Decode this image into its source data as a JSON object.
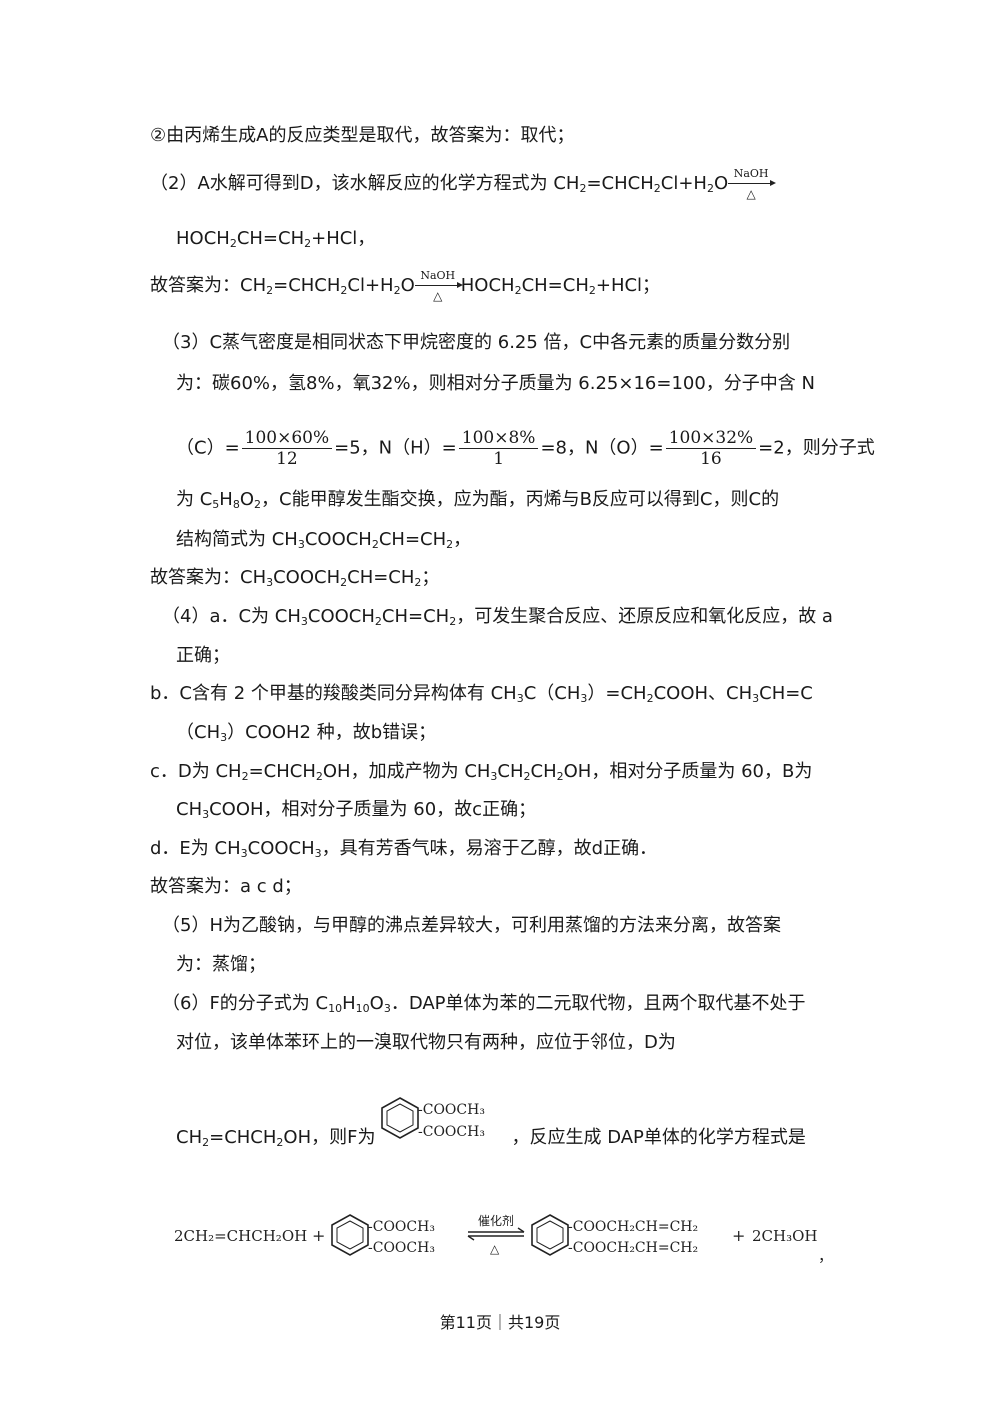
{
  "lines": {
    "l1": "②由丙烯生成A的反应类型是取代，故答案为：取代；",
    "l2a": "（2）A水解可得到D，该水解反应的化学方程式为 CH",
    "l2b": "=CHCH",
    "l2c": "Cl+H",
    "l2d": "O",
    "l3a": "HOCH",
    "l3b": "CH=CH",
    "l3c": "+HCl，",
    "l4a": "故答案为：CH",
    "l4b": "=CHCH",
    "l4c": "Cl+H",
    "l4d": "O",
    "l4e": "HOCH",
    "l4f": "CH=CH",
    "l4g": "+HCl；",
    "l5": "（3）C蒸气密度是相同状态下甲烷密度的 6.25 倍，C中各元素的质量分数分别",
    "l6": "为：碳60%，氢8%，氧32%，则相对分子质量为 6.25×16=100，分子中含 N",
    "l7a": "（C）=",
    "l7b": "=5，N（H）=",
    "l7c": "=8，N（O）=",
    "l7d": "=2，则分子式",
    "l8a": "为 C",
    "l8b": "H",
    "l8c": "O",
    "l8d": "，C能甲醇发生酯交换，应为酯，丙烯与B反应可以得到C，则C的",
    "l9a": "结构简式为 CH",
    "l9b": "COOCH",
    "l9c": "CH=CH",
    "l9d": "，",
    "l10a": "故答案为：CH",
    "l10b": "COOCH",
    "l10c": "CH=CH",
    "l10d": "；",
    "l11a": "（4）a．C为 CH",
    "l11b": "COOCH",
    "l11c": "CH=CH",
    "l11d": "，可发生聚合反应、还原反应和氧化反应，故 a",
    "l12": "正确；",
    "l13a": "b．C含有 2 个甲基的羧酸类同分异构体有 CH",
    "l13b": "C（CH",
    "l13c": "）=CH",
    "l13d": "COOH、CH",
    "l13e": "CH=C",
    "l14a": "（CH",
    "l14b": "）COOH2 种，故b错误；",
    "l15a": "c．D为 CH",
    "l15b": "=CHCH",
    "l15c": "OH，加成产物为 CH",
    "l15d": "CH",
    "l15e": "CH",
    "l15f": "OH，相对分子质量为 60，B为",
    "l16a": "CH",
    "l16b": "COOH，相对分子质量为 60，故c正确；",
    "l17a": "d．E为 CH",
    "l17b": "COOCH",
    "l17c": "，具有芳香气味，易溶于乙醇，故d正确．",
    "l18": "故答案为：a c d；",
    "l19": "（5）H为乙酸钠，与甲醇的沸点差异较大，可利用蒸馏的方法来分离，故答案",
    "l20": "为：蒸馏；",
    "l21a": "（6）F的分子式为 C",
    "l21b": "H",
    "l21c": "O",
    "l21d": "．DAP单体为苯的二元取代物，且两个取代基不处于",
    "l22": "对位，该单体苯环上的一溴取代物只有两种，应位于邻位，D为",
    "l23a": "CH",
    "l23b": "=CHCH",
    "l23c": "OH，则F为",
    "l23d": "，反应生成 DAP单体的化学方程式是",
    "sub2": "2",
    "sub3": "3",
    "sub5": "5",
    "sub8": "8",
    "sub10": "10"
  },
  "fractions": {
    "f1_num": "100×60%",
    "f1_den": "12",
    "f2_num": "100×8%",
    "f2_den": "1",
    "f3_num": "100×32%",
    "f3_den": "16"
  },
  "arrow": {
    "top": "NaOH",
    "bottom": "△"
  },
  "structure_f": {
    "sub1": "-COOCH₃",
    "sub2": "-COOCH₃"
  },
  "equation": {
    "reactant1": "2CH₂=CHCH₂OH",
    "plus1": "+",
    "r2_sub1": "-COOCH₃",
    "r2_sub2": "-COOCH₃",
    "catalyst": "催化剂",
    "heat": "△",
    "p1_sub1": "-COOCH₂CH=CH₂",
    "p1_sub2": "-COOCH₂CH=CH₂",
    "plus2": "+",
    "product2": "2CH₃OH",
    "end": "，"
  },
  "footer": "第11页｜共19页"
}
